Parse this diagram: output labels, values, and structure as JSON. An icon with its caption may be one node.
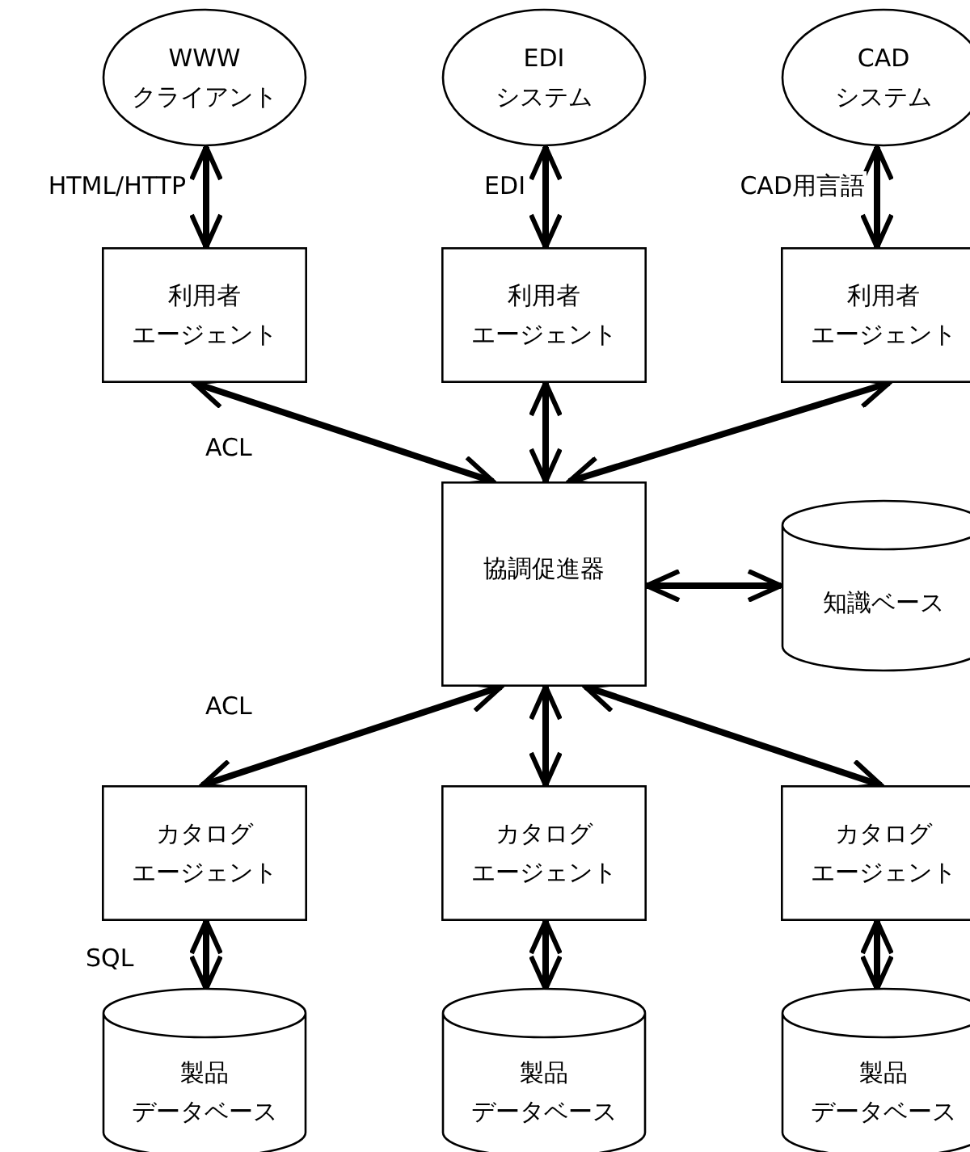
{
  "diagram": {
    "nodes": [
      {
        "text": [
          "WWW",
          "クライアント"
        ]
      },
      {
        "text": [
          "EDI",
          "システム"
        ]
      },
      {
        "text": [
          "CAD",
          "システム"
        ]
      },
      {
        "text": [
          "利用者",
          "エージェント"
        ]
      },
      {
        "text": [
          "利用者",
          "エージェント"
        ]
      },
      {
        "text": [
          "利用者",
          "エージェント"
        ]
      },
      {
        "text": [
          "協調促進器"
        ]
      },
      {
        "text": [
          "知識ベース"
        ]
      },
      {
        "text": [
          "カタログ",
          "エージェント"
        ]
      },
      {
        "text": [
          "カタログ",
          "エージェント"
        ]
      },
      {
        "text": [
          "カタログ",
          "エージェント"
        ]
      },
      {
        "text": [
          "製品",
          "データベース"
        ]
      },
      {
        "text": [
          "製品",
          "データベース"
        ]
      },
      {
        "text": [
          "製品",
          "データベース"
        ]
      }
    ],
    "edges": [
      {
        "from": 0,
        "to": 3,
        "arrow": "both",
        "label": "HTML/HTTP"
      },
      {
        "from": 1,
        "to": 4,
        "arrow": "both",
        "label": "EDI"
      },
      {
        "from": 2,
        "to": 5,
        "arrow": "both",
        "label": "CAD用言語"
      },
      {
        "from": 3,
        "to": 6,
        "arrow": "both",
        "label": "ACL"
      },
      {
        "from": 4,
        "to": 6,
        "arrow": "both"
      },
      {
        "from": 5,
        "to": 6,
        "arrow": "both"
      },
      {
        "from": 6,
        "to": 7,
        "arrow": "both"
      },
      {
        "from": 6,
        "to": 8,
        "arrow": "both",
        "label": "ACL"
      },
      {
        "from": 6,
        "to": 9,
        "arrow": "both"
      },
      {
        "from": 6,
        "to": 10,
        "arrow": "both"
      },
      {
        "from": 8,
        "to": 11,
        "arrow": "both",
        "label": "SQL"
      },
      {
        "from": 9,
        "to": 12,
        "arrow": "both"
      },
      {
        "from": 10,
        "to": 13,
        "arrow": "both"
      }
    ]
  }
}
